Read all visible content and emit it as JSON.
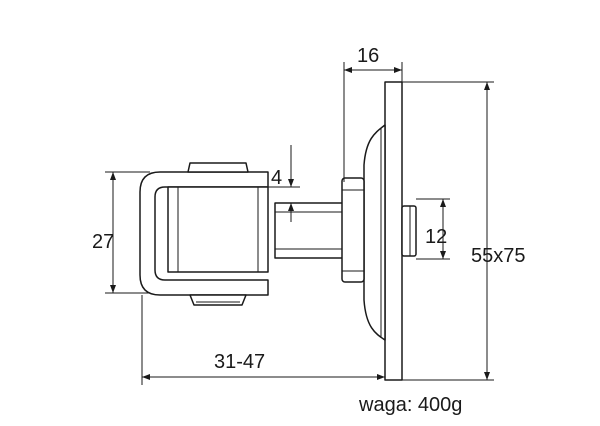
{
  "dimensions": {
    "plate_thickness": "16",
    "pin_offset": "4",
    "eye_height": "27",
    "nut_height": "12",
    "plate_size": "55x75",
    "adjustment_range": "31-47"
  },
  "weight_label": "waga: 400g"
}
